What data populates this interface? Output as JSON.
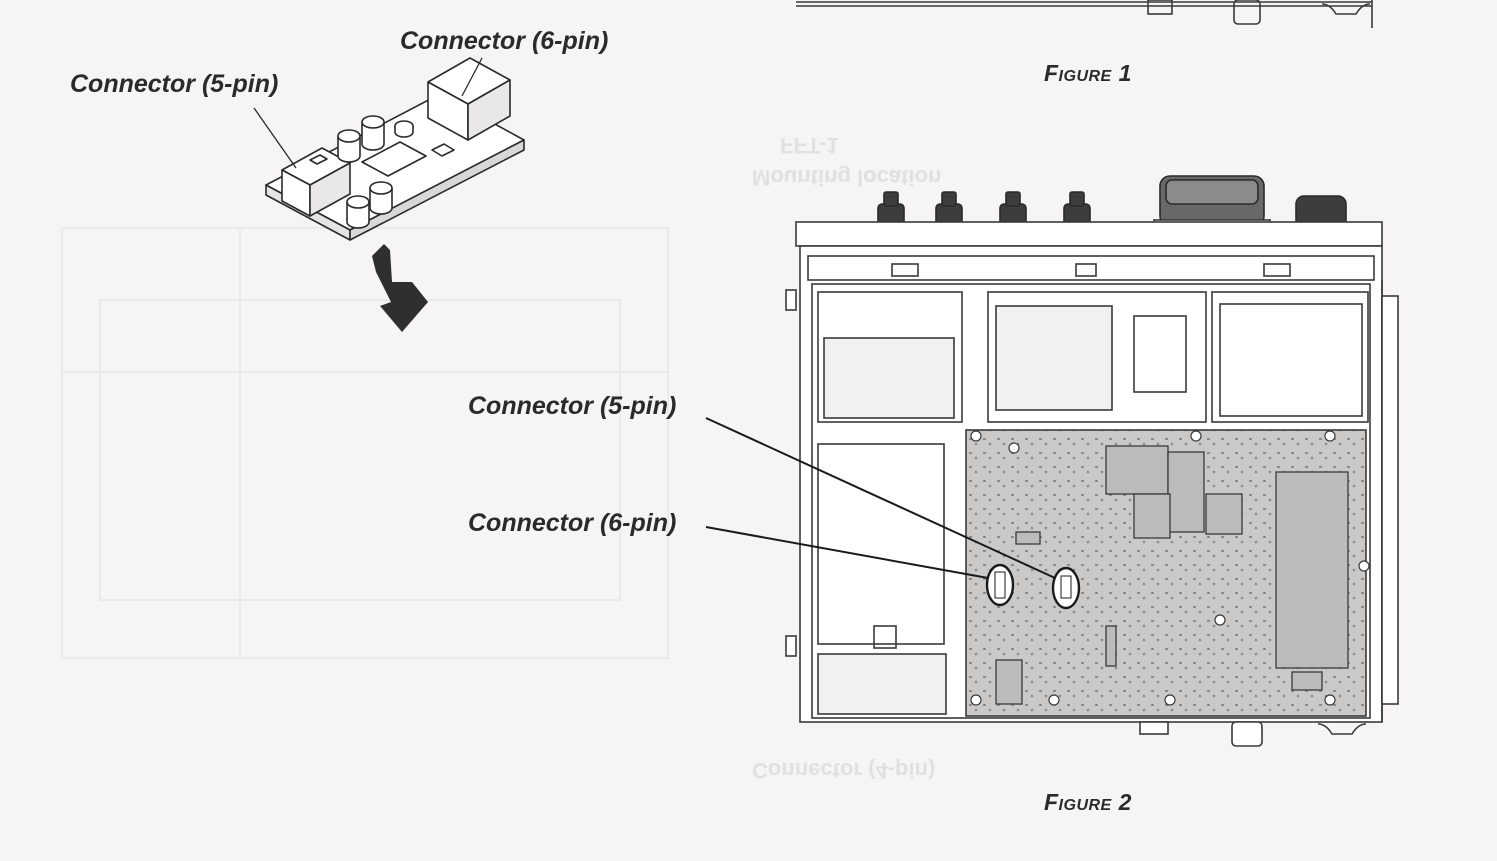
{
  "figure1": {
    "label_6pin": "Connector (6-pin)",
    "label_5pin": "Connector (5-pin)",
    "caption": "Figure 1"
  },
  "figure2": {
    "label_5pin": "Connector (5-pin)",
    "label_6pin": "Connector (6-pin)",
    "caption": "Figure 2"
  },
  "bleed_through": {
    "mirrored_heading_1": "FFT-1",
    "mirrored_heading_2": "Mounting location",
    "mirrored_label": "Connector (4-pin)"
  },
  "colors": {
    "paper": "#f6f4f4",
    "ink": "#2a2a2a",
    "board_fill": "#c9c6c6",
    "chassis_line": "#3a3a3a"
  },
  "icons": [
    "down-arrow-icon"
  ]
}
